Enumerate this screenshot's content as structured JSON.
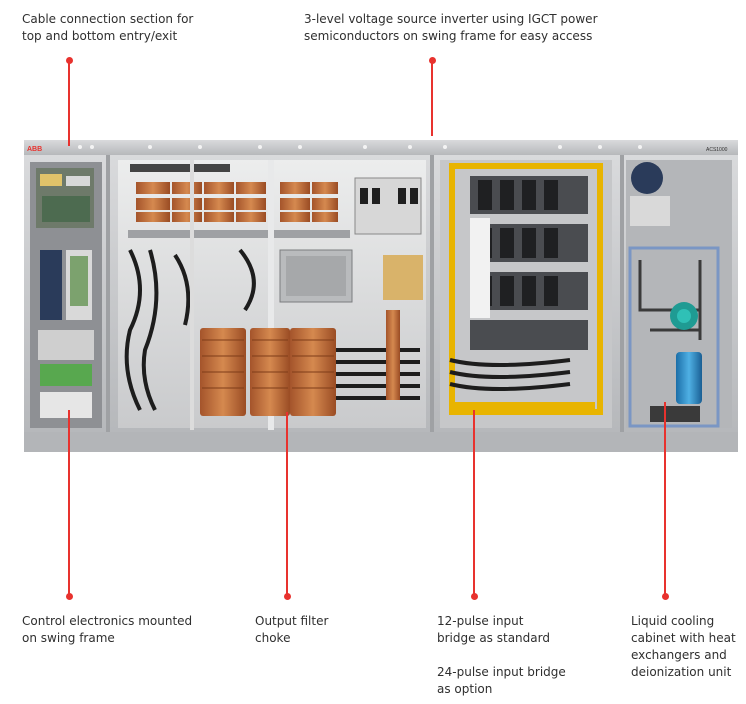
{
  "callouts": {
    "cable_connection": {
      "lines": [
        "Cable connection section for",
        "top and bottom entry/exit"
      ]
    },
    "inverter": {
      "lines": [
        "3-level voltage source inverter using IGCT power",
        "semiconductors on swing frame for easy access"
      ]
    },
    "control_electronics": {
      "lines": [
        "Control electronics mounted",
        "on swing frame"
      ]
    },
    "output_filter": {
      "lines": [
        "Output filter",
        "choke"
      ]
    },
    "input_bridge": {
      "lines": [
        "12-pulse input",
        "bridge as standard"
      ],
      "lines2": [
        "24-pulse input bridge",
        "as option"
      ]
    },
    "liquid_cooling": {
      "lines": [
        "Liquid cooling",
        "cabinet with heat",
        "exchangers and",
        "deionization unit"
      ]
    }
  },
  "cabinet": {
    "brand_logo": "ABB",
    "model_badge": "ACS1000"
  },
  "colors": {
    "leader": "#e8322e",
    "frame": "#c8c9cb",
    "copper": "#c96a3a",
    "yellow_frame": "#e8b400",
    "cooling_blue": "#7a96c4",
    "pump_teal": "#1f9b93"
  }
}
